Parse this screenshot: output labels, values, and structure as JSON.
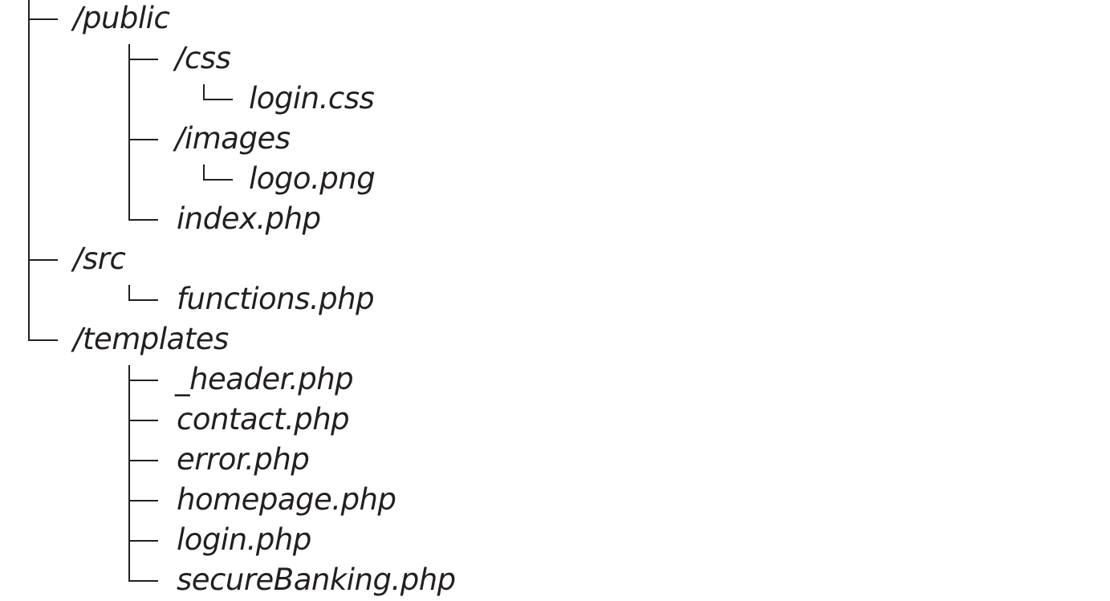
{
  "tree": {
    "items": [
      {
        "label": "/public"
      },
      {
        "label": "/css"
      },
      {
        "label": "login.css"
      },
      {
        "label": "/images"
      },
      {
        "label": "logo.png"
      },
      {
        "label": "index.php"
      },
      {
        "label": "/src"
      },
      {
        "label": "functions.php"
      },
      {
        "label": "/templates"
      },
      {
        "label": "_header.php"
      },
      {
        "label": "contact.php"
      },
      {
        "label": "error.php"
      },
      {
        "label": "homepage.php"
      },
      {
        "label": "login.php"
      },
      {
        "label": "secureBanking.php"
      }
    ]
  }
}
